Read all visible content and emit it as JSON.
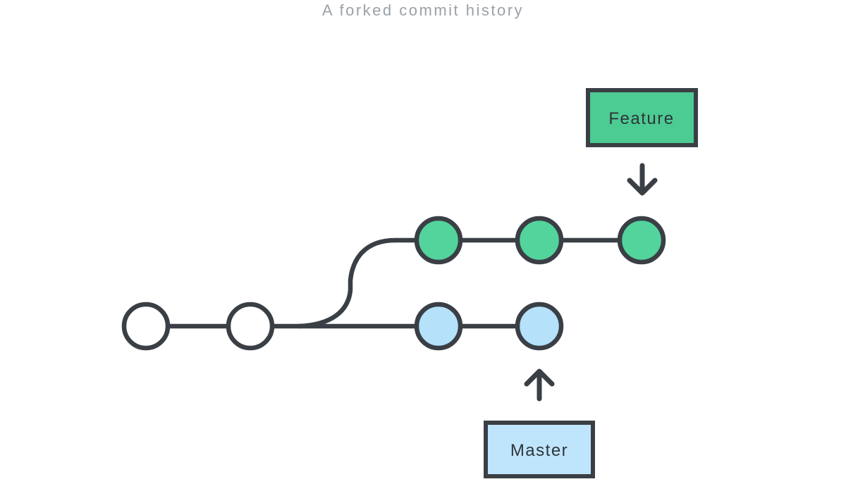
{
  "title": "A forked commit history",
  "graph": {
    "feature": {
      "label": "Feature",
      "box_fill": "#4ccb92",
      "node_fill": "#52d49c",
      "commit_count": 3
    },
    "master": {
      "label": "Master",
      "box_fill": "#bfe5fd",
      "node_fill": "#b5e1fb",
      "commit_count": 2
    },
    "shared": {
      "node_fill": "#ffffff",
      "commit_count": 2
    }
  },
  "colors": {
    "stroke": "#3a3f45",
    "title_text": "#9ba1a7",
    "label_text": "#2f353b",
    "background": "#ffffff"
  }
}
